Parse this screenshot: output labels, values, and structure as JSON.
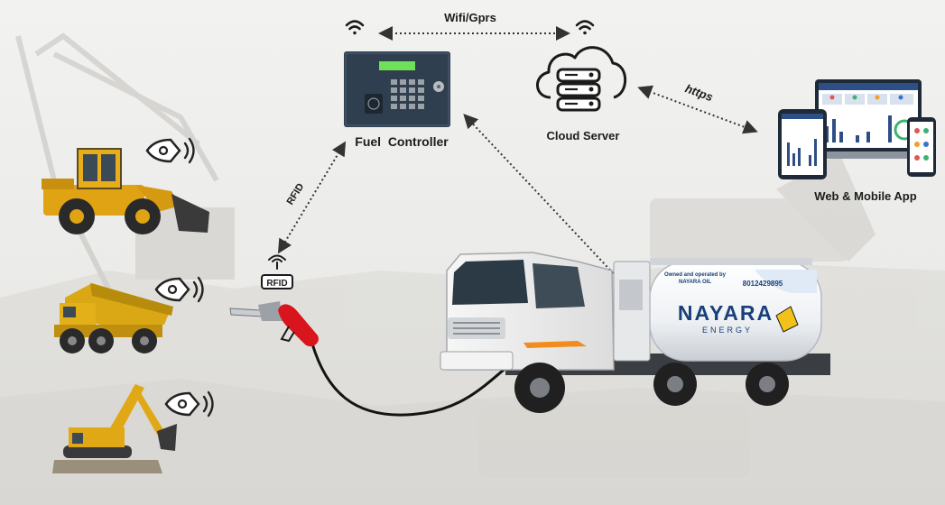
{
  "labels": {
    "wifi_gprs": "Wifi/Gprs",
    "fuel_controller": "Fuel  Controller",
    "cloud_server": "Cloud Server",
    "https": "https",
    "web_mobile_app": "Web & Mobile App",
    "rfid_link": "RFID",
    "rfid_tag": "RFID"
  },
  "tanker": {
    "brand": "NAYARA",
    "brand_sub": "ENERGY",
    "phone": "8012429895",
    "owner_line1": "Owned and operated by",
    "owner_line2": "NAYARA OIL"
  },
  "colors": {
    "controller_body": "#2f3f4f",
    "controller_display": "#6fe05a",
    "nozzle": "#d8141c",
    "brand_blue": "#1a3f7a",
    "dashed_line": "#333333"
  },
  "icons": [
    "wifi-icon",
    "cloud-server-icon",
    "rfid-icon",
    "fuel-nozzle-icon",
    "rfid-tag-signal-icon"
  ]
}
